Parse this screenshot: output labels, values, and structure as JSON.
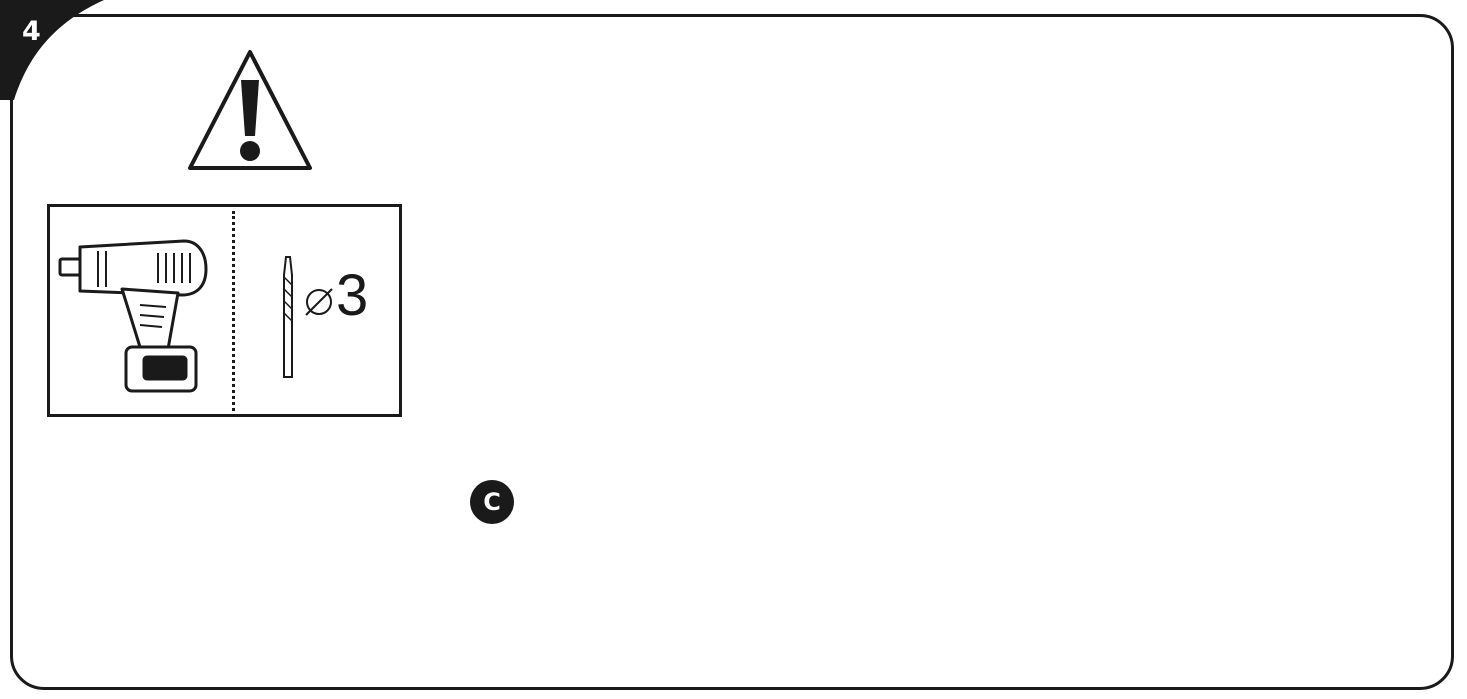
{
  "step": {
    "number": "4"
  },
  "warning": {
    "icon": "warning-triangle-icon"
  },
  "tools": {
    "drill_icon": "power-drill-icon",
    "bit_icon": "drill-bit-icon",
    "diameter_symbol": "⌀",
    "diameter_value": "3"
  },
  "callout": {
    "label": "C"
  },
  "colors": {
    "ink": "#1a1a1a",
    "part": "#8c8f93",
    "part_light": "#b7babd",
    "part_dark": "#5c5f62"
  }
}
